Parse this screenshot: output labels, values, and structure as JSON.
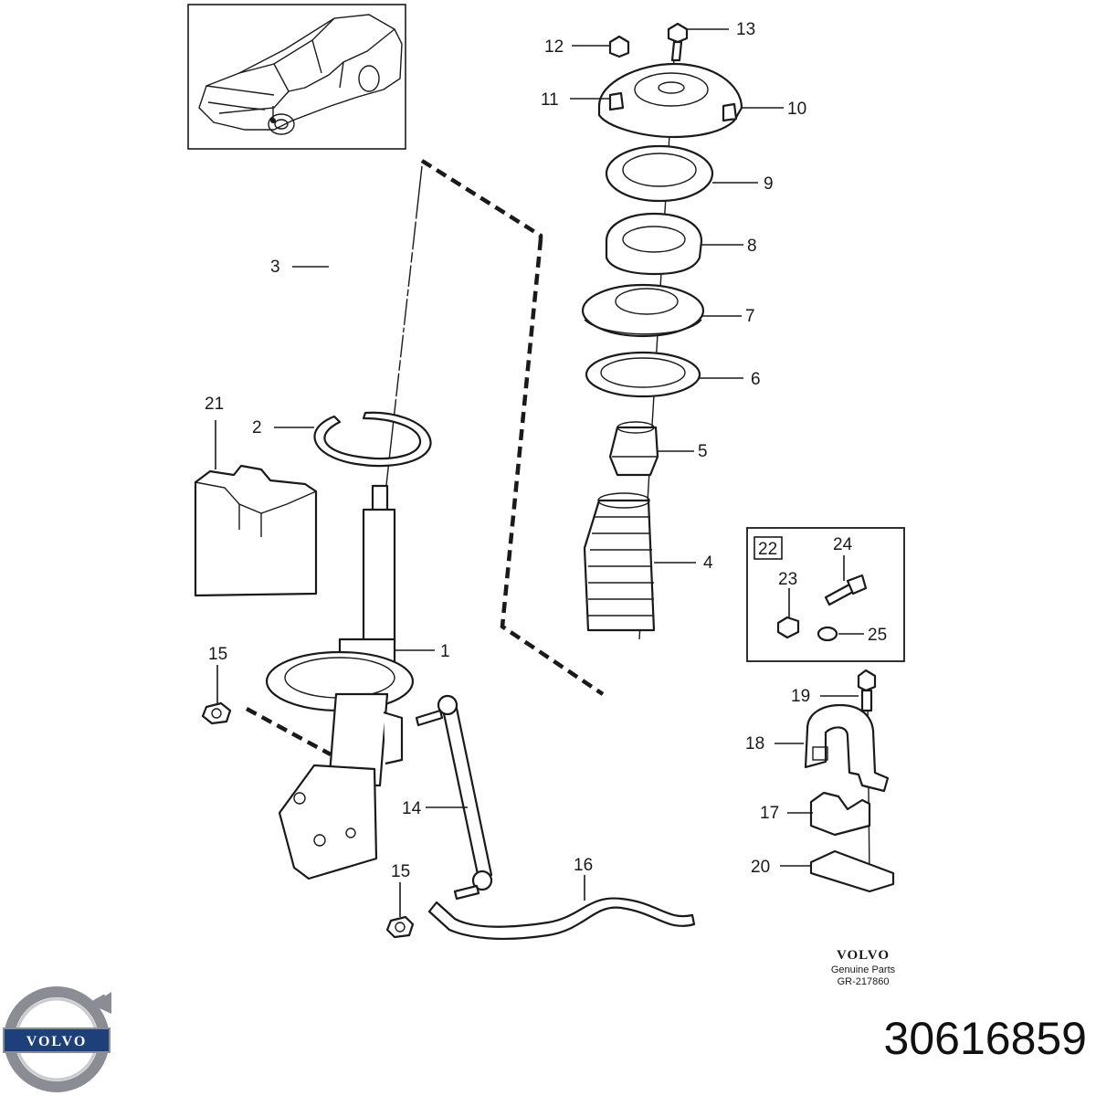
{
  "diagram": {
    "callouts": {
      "c1": "1",
      "c2": "2",
      "c3": "3",
      "c4": "4",
      "c5": "5",
      "c6": "6",
      "c7": "7",
      "c8": "8",
      "c9": "9",
      "c10": "10",
      "c11": "11",
      "c12": "12",
      "c13": "13",
      "c14": "14",
      "c15a": "15",
      "c15b": "15",
      "c16": "16",
      "c17": "17",
      "c18": "18",
      "c19": "19",
      "c20": "20",
      "c21": "21",
      "c22": "22",
      "c23": "23",
      "c24": "24",
      "c25": "25"
    },
    "brand_block": {
      "wordmark": "VOLVO",
      "subtitle": "Genuine Parts",
      "reference": "GR-217860"
    }
  },
  "logo": {
    "wordmark": "VOLVO"
  },
  "part_number": "30616859",
  "colors": {
    "line": "#1a1a1a",
    "logo_blue": "#1d3f7a",
    "logo_ring": "#8a8d93"
  }
}
